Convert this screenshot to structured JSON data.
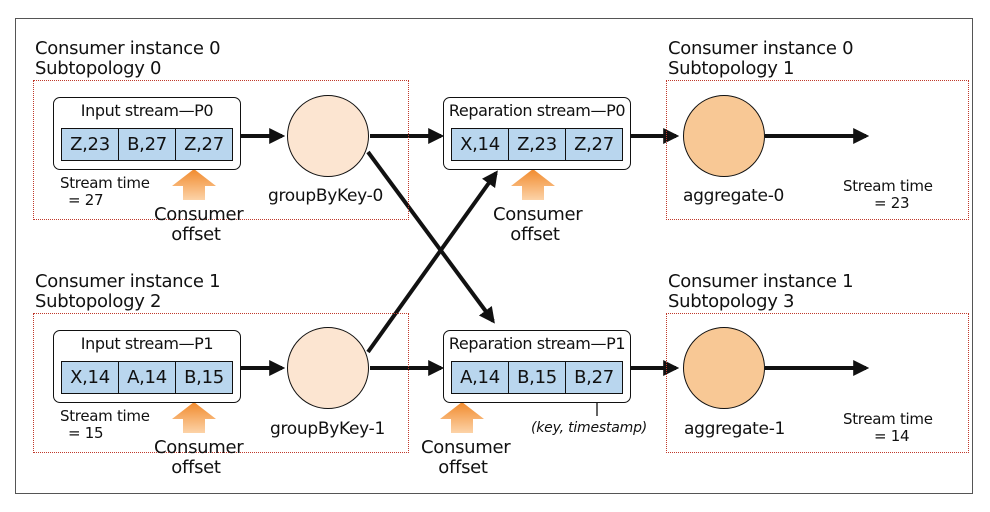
{
  "topologies": {
    "t0": {
      "instance": "Consumer instance 0",
      "subtopology": "Subtopology 0"
    },
    "t1": {
      "instance": "Consumer instance 0",
      "subtopology": "Subtopology 1"
    },
    "t2": {
      "instance": "Consumer instance 1",
      "subtopology": "Subtopology 2"
    },
    "t3": {
      "instance": "Consumer instance 1",
      "subtopology": "Subtopology 3"
    }
  },
  "streams": {
    "input_p0": {
      "title": "Input stream—P0",
      "cells": [
        "Z,23",
        "B,27",
        "Z,27"
      ]
    },
    "input_p1": {
      "title": "Input stream—P1",
      "cells": [
        "X,14",
        "A,14",
        "B,15"
      ]
    },
    "repart_p0": {
      "title": "Reparation stream—P0",
      "cells": [
        "X,14",
        "Z,23",
        "Z,27"
      ]
    },
    "repart_p1": {
      "title": "Reparation stream—P1",
      "cells": [
        "A,14",
        "B,15",
        "B,27"
      ]
    }
  },
  "nodes": {
    "group0": "groupByKey-0",
    "group1": "groupByKey-1",
    "agg0": "aggregate-0",
    "agg1": "aggregate-1"
  },
  "stream_time": {
    "label": "Stream time",
    "input_p0": "= 27",
    "input_p1": "= 15",
    "agg0": "= 23",
    "agg1": "= 14"
  },
  "consumer_offset": {
    "line1": "Consumer",
    "line2": "offset"
  },
  "annotation": "(key, timestamp)",
  "colors": {
    "border_dotted": "#c0392b",
    "cell_fill": "#b9d6ee",
    "light_circle": "#fce5d1",
    "dark_circle": "#f8c895",
    "offset_arrow": "#f5a047"
  }
}
